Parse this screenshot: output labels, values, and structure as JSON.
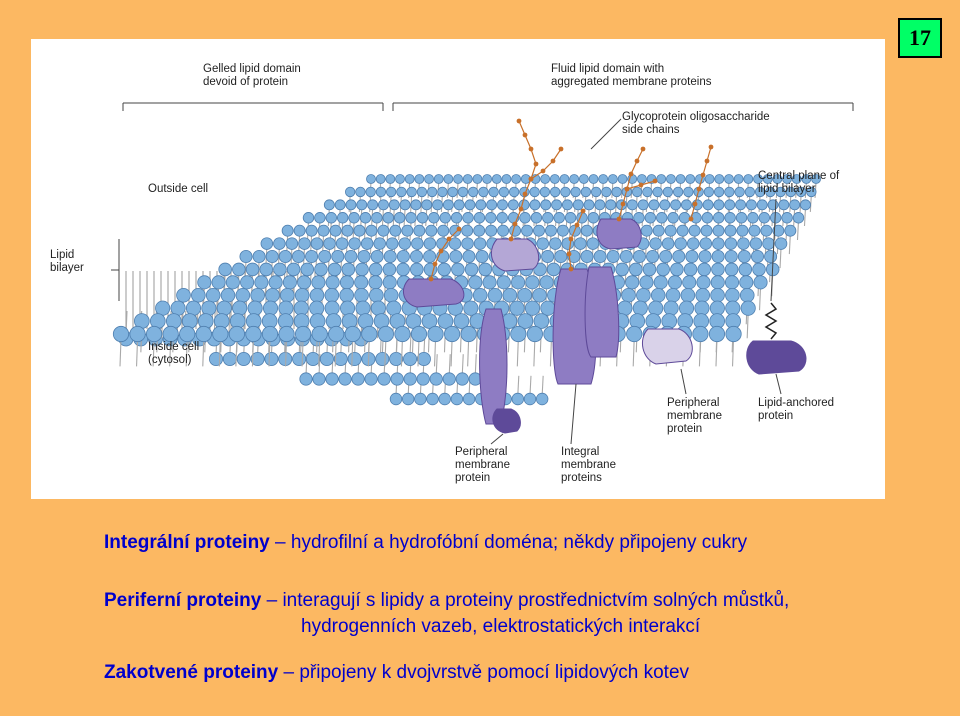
{
  "slide_number": "17",
  "figure": {
    "labels": {
      "gelled_domain": "Gelled lipid domain\ndevoid of protein",
      "fluid_domain": "Fluid lipid domain with\naggregated membrane proteins",
      "glycoprotein": "Glycoprotein oligosaccharide\nside chains",
      "outside_cell": "Outside cell",
      "central_plane": "Central plane of\nlipid bilayer",
      "lipid_bilayer": "Lipid\nbilayer",
      "inside_cell": "Inside cell\n(cytosol)",
      "peripheral_right": "Peripheral\nmembrane\nprotein",
      "lipid_anchored": "Lipid-anchored\nprotein",
      "peripheral_left": "Peripheral\nmembrane\nprotein",
      "integral": "Integral\nmembrane\nproteins"
    },
    "colors": {
      "lipid_head": "#7FB2DE",
      "lipid_tail": "#A9A9A9",
      "protein": "#8E7CC3",
      "protein_dark": "#5E4A99",
      "sugar": "#C8702A"
    }
  },
  "text": {
    "line1": {
      "term": "Integrální proteiny",
      "rest": " – hydrofilní a hydrofóbní doména; někdy připojeny cukry"
    },
    "line2": {
      "term": "Periferní proteiny",
      "rest": " – interagují s lipidy a proteiny prostřednictvím solných můstků,"
    },
    "line3": {
      "rest": "hydrogenních vazeb, elektrostatických interakcí"
    },
    "line4": {
      "term": "Zakotvené proteiny",
      "rest": " – připojeny k dvojvrstvě pomocí lipidových kotev"
    }
  },
  "colors": {
    "background": "#FCB862",
    "text": "#0000CC",
    "slide_number_bg": "#00FF66"
  }
}
